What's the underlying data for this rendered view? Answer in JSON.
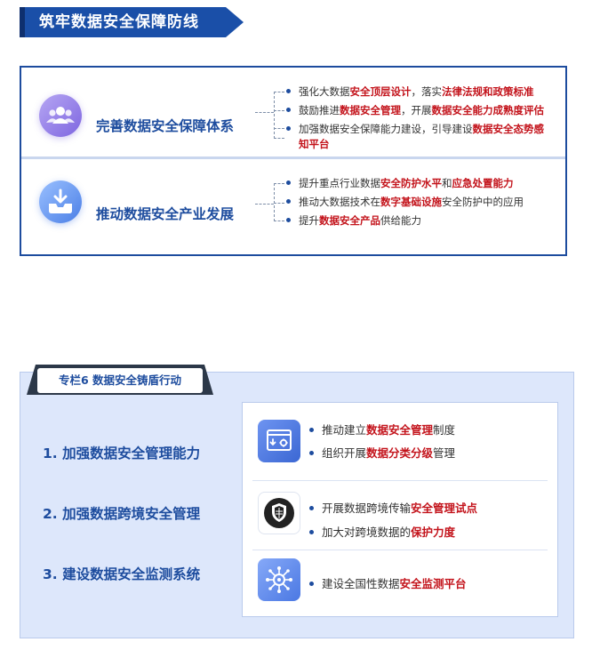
{
  "section1": {
    "title": "筑牢数据安全保障防线",
    "rows": [
      {
        "title": "完善数据安全保障体系",
        "icon": "group-people-icon",
        "bullets": [
          [
            {
              "t": "强化大数据",
              "hl": false
            },
            {
              "t": "安全顶层设计",
              "hl": true
            },
            {
              "t": "，落实",
              "hl": false
            },
            {
              "t": "法律法规和政策标准",
              "hl": true
            }
          ],
          [
            {
              "t": "鼓励推进",
              "hl": false
            },
            {
              "t": "数据安全管理",
              "hl": true
            },
            {
              "t": "，开展",
              "hl": false
            },
            {
              "t": "数据安全能力成熟度评估",
              "hl": true
            }
          ],
          [
            {
              "t": "加强数据安全保障能力建设，引导建设",
              "hl": false
            },
            {
              "t": "数据安全态势感",
              "hl": true
            }
          ],
          [
            {
              "t": "知平台",
              "hl": true
            }
          ]
        ]
      },
      {
        "title": "推动数据安全产业发展",
        "icon": "inbox-download-icon",
        "bullets": [
          [
            {
              "t": "提升重点行业数据",
              "hl": false
            },
            {
              "t": "安全防护水平",
              "hl": true
            },
            {
              "t": "和",
              "hl": false
            },
            {
              "t": "应急处置能力",
              "hl": true
            }
          ],
          [
            {
              "t": "推动大数据技术在",
              "hl": false
            },
            {
              "t": "数字基础设施",
              "hl": true
            },
            {
              "t": "安全防护中的应用",
              "hl": false
            }
          ],
          [
            {
              "t": "提升",
              "hl": false
            },
            {
              "t": "数据安全产品",
              "hl": true
            },
            {
              "t": "供给能力",
              "hl": false
            }
          ]
        ]
      }
    ]
  },
  "section2": {
    "tab_label": "专栏6  数据安全铸盾行动",
    "items": [
      "1. 加强数据安全管理能力",
      "2. 加强数据跨境安全管理",
      "3. 建设数据安全监测系统"
    ],
    "groups": [
      {
        "icon": "gear-window-icon",
        "bullets": [
          [
            {
              "t": "推动建立",
              "hl": false
            },
            {
              "t": "数据安全管理",
              "hl": true
            },
            {
              "t": "制度",
              "hl": false
            }
          ],
          [
            {
              "t": "组织开展",
              "hl": false
            },
            {
              "t": "数据分类分级",
              "hl": true
            },
            {
              "t": "管理",
              "hl": false
            }
          ]
        ]
      },
      {
        "icon": "shield-globe-icon",
        "bullets": [
          [
            {
              "t": "开展数据跨境传输",
              "hl": false
            },
            {
              "t": "安全管理试点",
              "hl": true
            }
          ],
          [
            {
              "t": "加大对跨境数据的",
              "hl": false
            },
            {
              "t": "保护力度",
              "hl": true
            }
          ]
        ]
      },
      {
        "icon": "network-monitor-icon",
        "bullets": [
          [
            {
              "t": "建设全国性数据",
              "hl": false
            },
            {
              "t": "安全监测平台",
              "hl": true
            }
          ]
        ]
      }
    ]
  },
  "colors": {
    "primary": "#1d4c9e",
    "highlight": "#c3131b",
    "panel_bg": "#dde7fb",
    "banner": "#1a4fa8"
  }
}
